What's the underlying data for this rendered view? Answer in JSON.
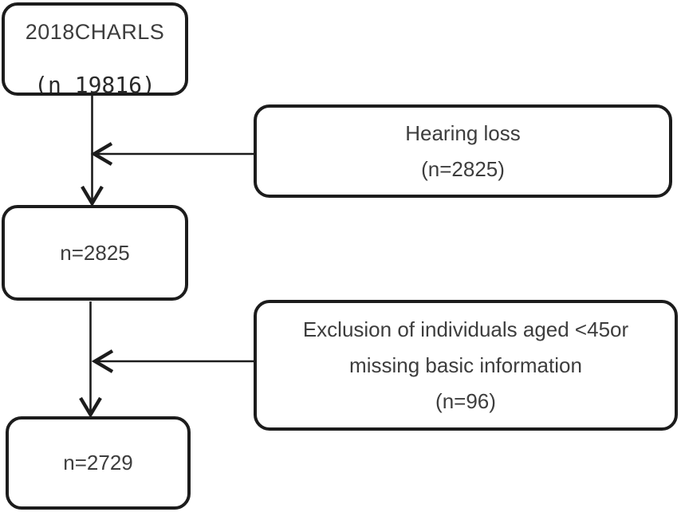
{
  "flowchart": {
    "charls": {
      "title": "2018CHARLS",
      "count": "(n 19816)"
    },
    "hearing_loss": {
      "title": "Hearing loss",
      "count": "(n=2825)"
    },
    "after_hearing": {
      "count": "n=2825"
    },
    "exclusion": {
      "line1": "Exclusion of individuals aged <45or",
      "line2": "missing basic information",
      "count": "(n=96)"
    },
    "final": {
      "count": "n=2729"
    },
    "colors": {
      "line": "#1c1c1c",
      "text": "#3d3d3d",
      "background": "#ffffff"
    }
  }
}
